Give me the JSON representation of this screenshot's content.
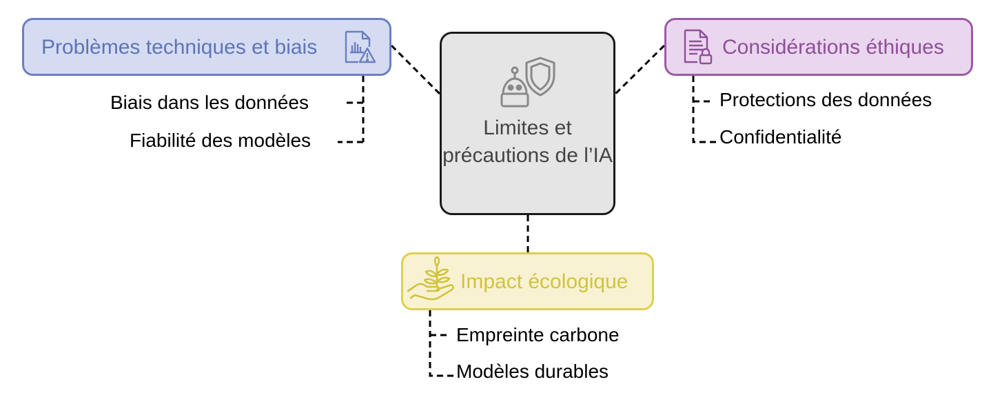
{
  "center": {
    "title": "Limites et précautions de l’IA",
    "icon": "robot-shield-icon"
  },
  "branches": {
    "tech": {
      "title": "Problèmes techniques et biais",
      "icon": "report-warning-icon",
      "color": "#5e74b8",
      "fill": "#d5dcf2",
      "items": [
        "Biais dans les données",
        "Fiabilité des modèles"
      ]
    },
    "ethics": {
      "title": "Considérations éthiques",
      "icon": "locked-document-icon",
      "color": "#8e4f9a",
      "fill": "#ead6ee",
      "items": [
        "Protections des données",
        "Confidentialité"
      ]
    },
    "eco": {
      "title": "Impact écologique",
      "icon": "plant-in-hand-icon",
      "color": "#d2c33c",
      "fill": "#f8f2d3",
      "items": [
        "Empreinte carbone",
        "Modèles durables"
      ]
    }
  }
}
